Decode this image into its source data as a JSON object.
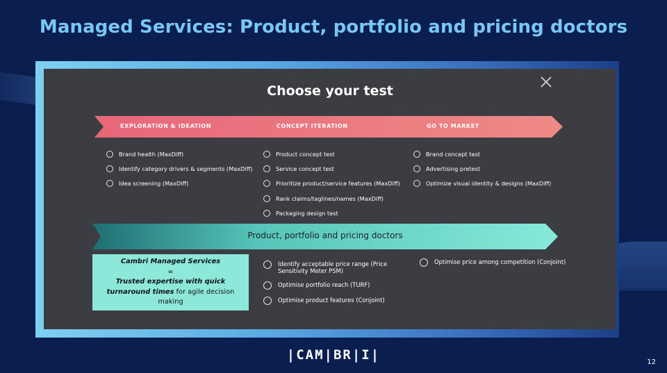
{
  "slide": {
    "title": "Managed Services: Product, portfolio and pricing doctors",
    "page_number": "12",
    "logo_text": "|CAM|BR|I|"
  },
  "panel": {
    "title": "Choose your test",
    "stages": [
      "EXPLORATION & IDEATION",
      "CONCEPT ITERATION",
      "GO TO MARKET"
    ],
    "columns": [
      [
        "Brand health (MaxDiff)",
        "Identify category drivers & segments (MaxDiff)",
        "Idea screening (MaxDiff)"
      ],
      [
        "Product concept test",
        "Service concept test",
        "Prioritize product/service features (MaxDiff)",
        "Rank claims/taglines/names (MaxDiff)",
        "Packaging design test"
      ],
      [
        "Brand concept test",
        "Advertising pretest",
        "Optimize visual identity & designs (MaxDiff)"
      ]
    ],
    "banner": "Product, portfolio and pricing doctors",
    "callout": {
      "title": "Cambri Managed Services",
      "equals": "=",
      "line1": "Trusted expertise with quick",
      "line2_emphasis": "turnaround times",
      "line2_rest": " for agile decision",
      "line3": "making"
    },
    "pricing_left": [
      "Identify acceptable price range (Price Sensitivity Meter PSM)",
      "Optimise portfolio reach (TURF)",
      "Optimise product features (Conjoint)"
    ],
    "pricing_right": [
      "Optimise price among competition (Conjoint)"
    ]
  },
  "colors": {
    "background": "#0b1e50",
    "title": "#78c7f5",
    "panel": "#3b3d42",
    "pink_band": "#e8677a",
    "teal_band": "#7fe3d4",
    "callout": "#8ee8da"
  }
}
